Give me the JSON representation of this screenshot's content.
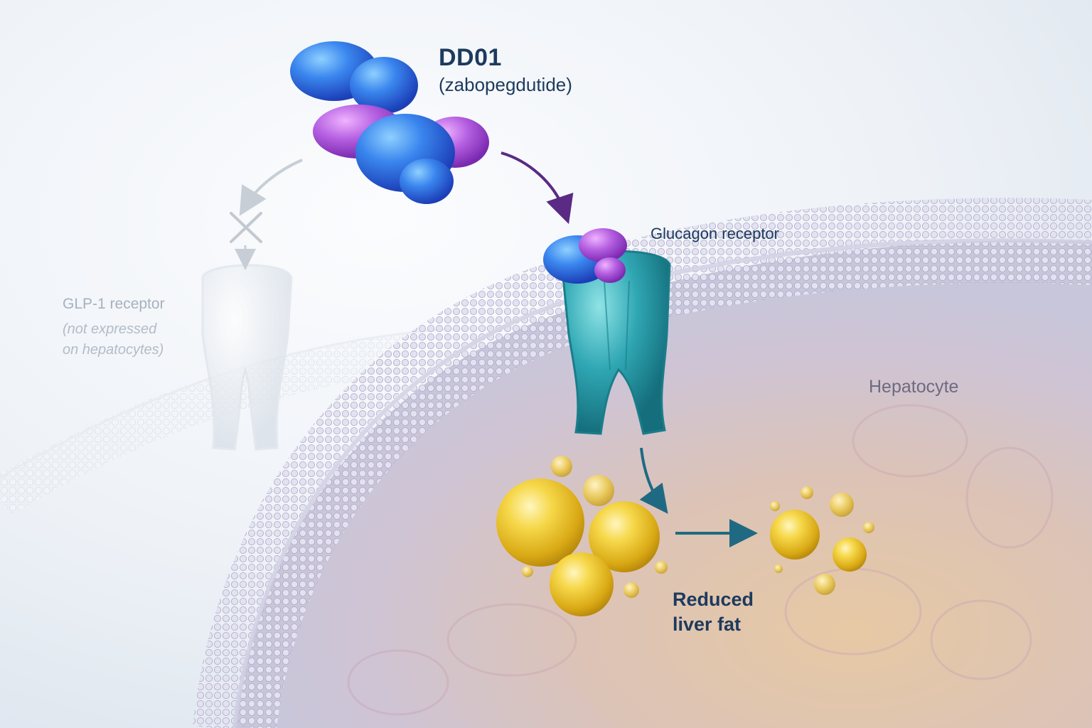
{
  "drug": {
    "name": "DD01",
    "generic_name": "(zabopegdutide)"
  },
  "receptors": {
    "glucagon": {
      "label": "Glucagon receptor"
    },
    "glp1": {
      "label": "GLP-1 receptor",
      "note": "(not expressed\non hepatocytes)"
    }
  },
  "cell": {
    "label": "Hepatocyte"
  },
  "outcome": {
    "label": "Reduced\nliver fat"
  },
  "colors": {
    "drug_blue": "#2f6de0",
    "drug_purple": "#a052d8",
    "receptor_teal": "#2aa4b0",
    "membrane": "#b9b9d6",
    "fat_yellow": "#f2cb2a",
    "text_navy": "#1d3a5e",
    "arrow_purple": "#5a2a84",
    "arrow_teal": "#1f6a82"
  }
}
